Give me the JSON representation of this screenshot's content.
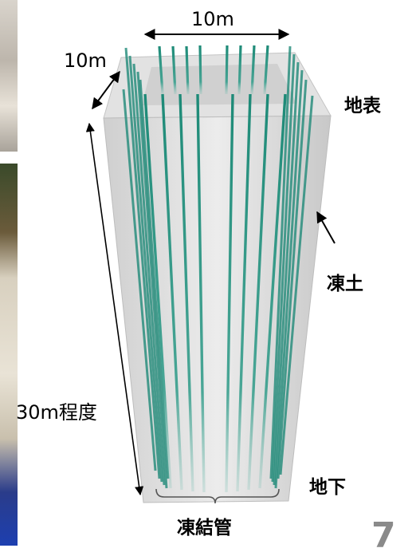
{
  "labels": {
    "top_width": "10m",
    "side_width": "10m",
    "depth": "30m程度",
    "surface": "地表",
    "frozen_soil": "凍土",
    "underground": "地下",
    "freeze_pipes": "凍結管"
  },
  "page_number": "7",
  "colors": {
    "pipe": "#1f8a78",
    "wall": "#d7d7d7",
    "arrow": "#000000"
  }
}
